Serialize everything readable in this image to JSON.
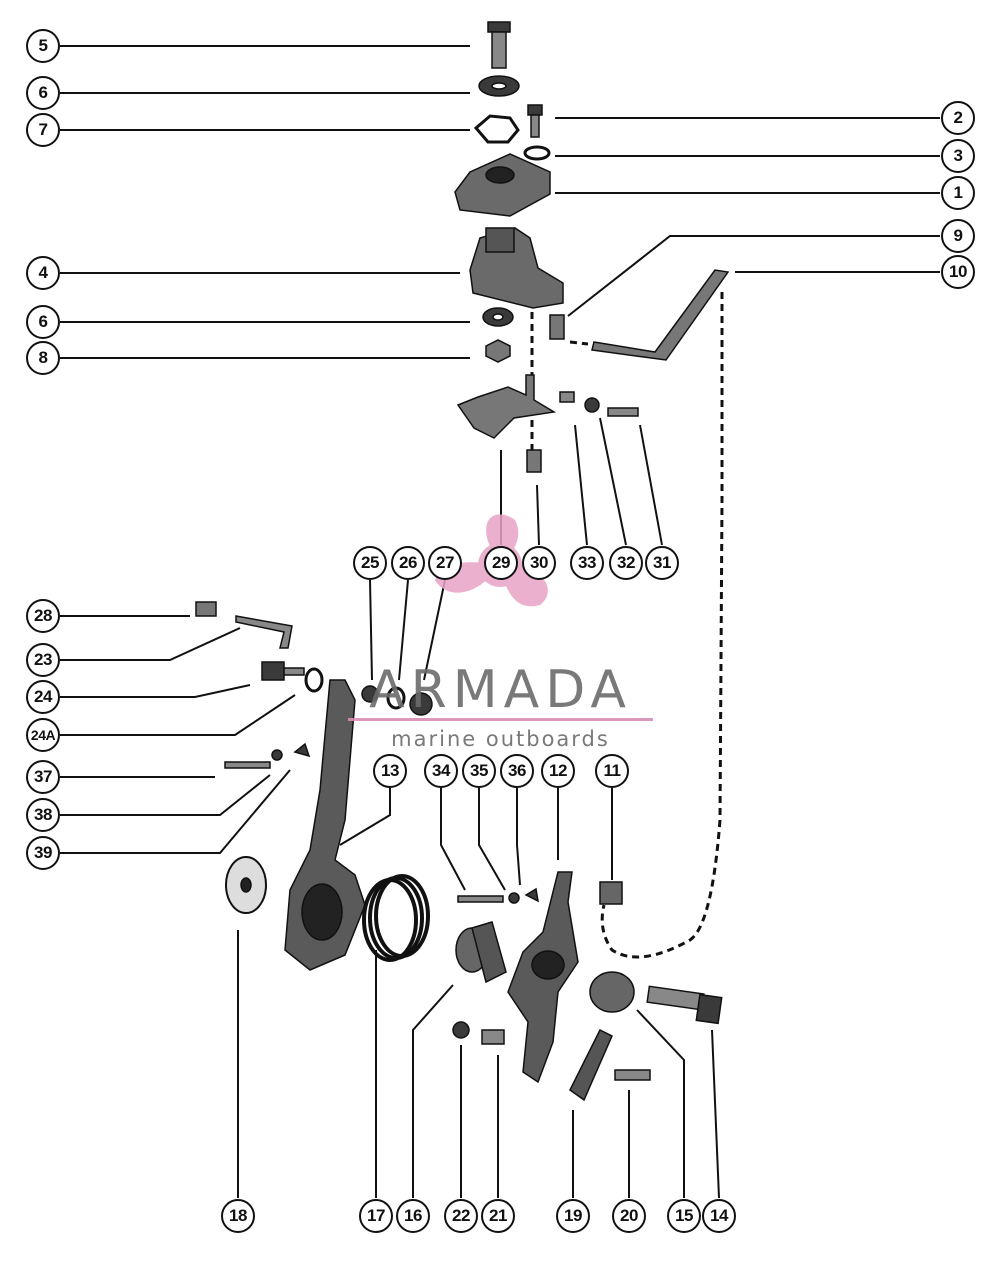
{
  "diagram": {
    "callouts": [
      "1",
      "2",
      "3",
      "4",
      "5",
      "6",
      "7",
      "8",
      "9",
      "10",
      "11",
      "12",
      "13",
      "14",
      "15",
      "16",
      "17",
      "18",
      "19",
      "20",
      "21",
      "22",
      "23",
      "24",
      "24A",
      "25",
      "26",
      "27",
      "28",
      "29",
      "30",
      "31",
      "32",
      "33",
      "34",
      "35",
      "36",
      "37",
      "38",
      "39"
    ],
    "repeated_callout_6": "6"
  },
  "watermark": {
    "name": "ARMADA",
    "tagline": "marine outboards",
    "accent_color": "#e8a3c6",
    "text_color": "#6b6b6b"
  },
  "colors": {
    "ink": "#111111",
    "part_fill": "#3a3a3a",
    "background": "#ffffff"
  }
}
